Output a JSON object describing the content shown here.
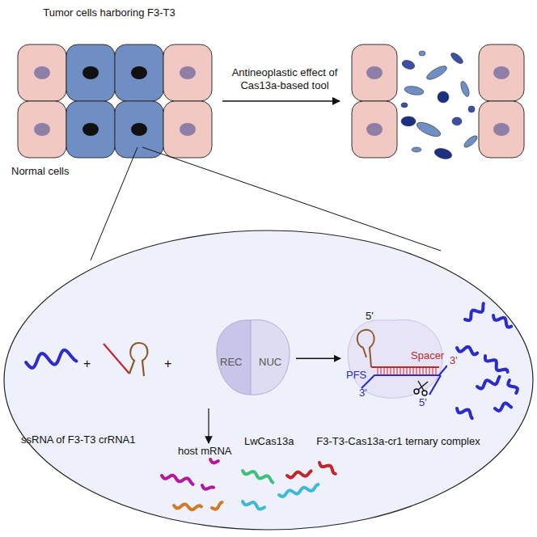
{
  "diagram": {
    "nodes": [
      {
        "text": [
          "REC",
          "NUC",
          "LwCas13a"
        ]
      },
      {
        "text": [
          "F3-T3-Cas13a-cr1 ternary complex"
        ]
      }
    ],
    "edges": [
      {
        "from": 0,
        "to": 1,
        "arrow": "to"
      }
    ],
    "labels": [
      "Tumor cells harboring F3-T3",
      "Normal cells",
      "Antineoplastic effect of Cas13a-based tool",
      "ssRNA of F3-T3",
      "+",
      "crRNA1",
      "+",
      "5'",
      "3'",
      "PFS",
      "Spacer",
      "3'",
      "5'",
      "host mRNA"
    ]
  }
}
